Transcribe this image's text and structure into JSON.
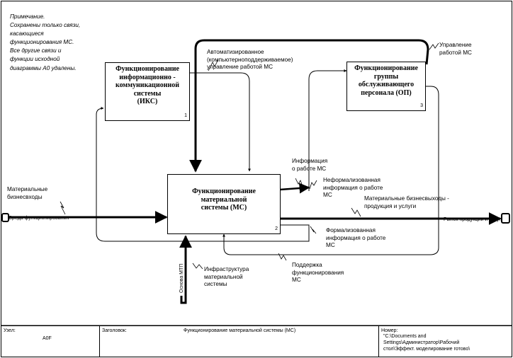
{
  "note": {
    "lines": [
      "Примечание.",
      "Сохранены только связи,",
      "касающиеся",
      "функционирования МС.",
      "Все другие связи и",
      "функции исходной",
      "диаграммы А0 удалены."
    ]
  },
  "boxes": {
    "iks": {
      "lines": [
        "Функционирование",
        "информационно -",
        "коммуникационной",
        "системы",
        "(ИКС)"
      ],
      "number": "1"
    },
    "op": {
      "lines": [
        "Функционирование",
        "группы",
        "обслуживающего",
        "персонала (ОП)"
      ],
      "number": "3"
    },
    "ms": {
      "lines": [
        "Функционирование",
        "материальной",
        "системы (МС)"
      ],
      "number": "2"
    }
  },
  "arrow_labels": {
    "auto_control": [
      "Автоматизированное",
      "(компьютерноподдерживаемое)",
      "управление работой МС"
    ],
    "control_ms": [
      "Управление",
      "работой МС"
    ],
    "info_ms": [
      "Информация",
      "о работе МС"
    ],
    "informal_info": [
      "Неформализованная",
      "информация о работе",
      "МС"
    ],
    "material_inputs": [
      "Материальные",
      "бизнесвходы"
    ],
    "material_outputs": [
      "Материальные бизнесвыходы -",
      "продукция и услуги"
    ],
    "formal_info": [
      "Формализованная",
      "информация о работе",
      "МС"
    ],
    "support": [
      "Поддержка",
      "функционирования",
      "МС"
    ],
    "infrastructure": [
      "Инфраструктура",
      "материальной",
      "системы"
    ]
  },
  "tunnels": {
    "left": "Среда функционирования",
    "right": "Рынок продукции и услуг",
    "bottom": "Основа МТП"
  },
  "footer": {
    "node_label": "Узел:",
    "node_value": "A0F",
    "title_label": "Заголовок:",
    "title_value": "Функционирование материальной системы (МС)",
    "number_label": "Номер:",
    "number_value": [
      "\"C:\\Documents and",
      "Settings\\Администратор\\Рабочий",
      "стол\\Эффект. моделирование готово\\"
    ]
  }
}
